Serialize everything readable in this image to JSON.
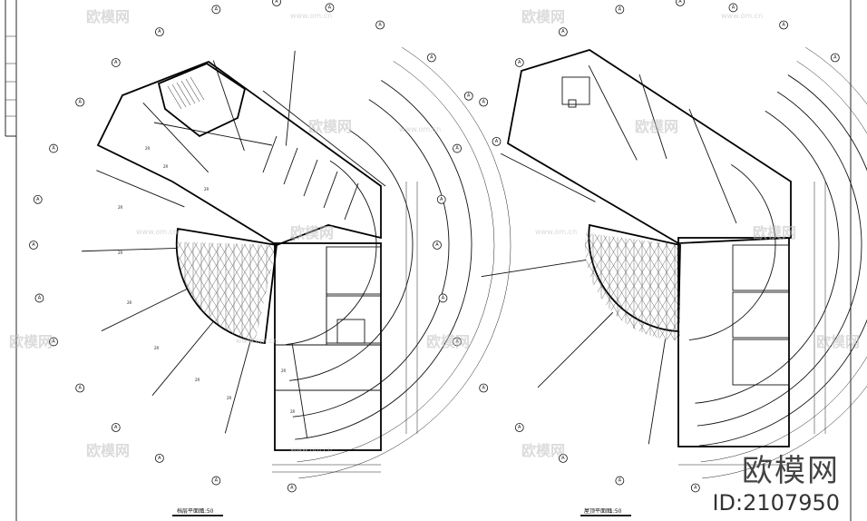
{
  "drawing": {
    "left_plan": {
      "title": "档层平面图",
      "scale": "1:50"
    },
    "right_plan": {
      "title": "屋顶平面图",
      "scale": "1:50"
    }
  },
  "watermark": {
    "brand": "欧模网",
    "url": "www.om.cn",
    "id_text": "ID:2107950"
  },
  "colors": {
    "line": "#111111",
    "watermark": "#bfbfbf",
    "background": "#ffffff"
  },
  "grid_bubble_label": "A",
  "room_label": "2R"
}
